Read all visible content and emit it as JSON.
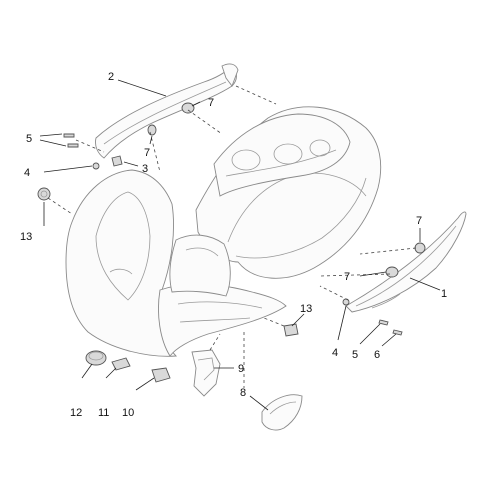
{
  "callouts": {
    "c1": "1",
    "c2": "2",
    "c3": "3",
    "c4a": "4",
    "c4b": "4",
    "c5a": "5",
    "c5b": "5",
    "c6": "6",
    "c7a": "7",
    "c7b": "7",
    "c7c": "7",
    "c7d": "7",
    "c8": "8",
    "c9": "9",
    "c10": "10",
    "c11": "11",
    "c12": "12",
    "c13a": "13",
    "c13b": "13"
  },
  "colors": {
    "outline": "#8a8a8a",
    "text": "#111111",
    "background": "#ffffff"
  }
}
